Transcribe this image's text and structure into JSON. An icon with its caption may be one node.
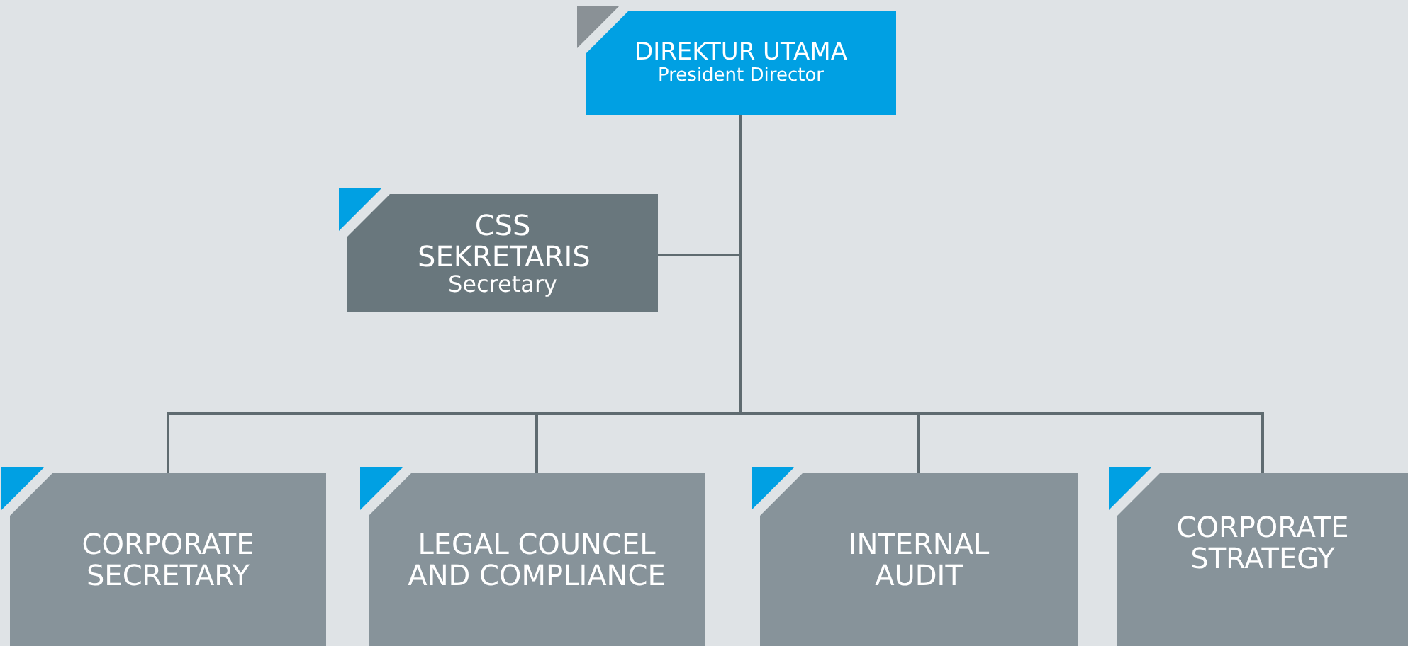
{
  "diagram": {
    "nodes": [
      {
        "text": [
          "DIREKTUR UTAMA",
          "President Director"
        ]
      },
      {
        "text": [
          "CSS SEKRETARIS",
          "Secretary"
        ]
      },
      {
        "text": [
          "CORPORATE SECRETARY"
        ]
      },
      {
        "text": [
          "LEGAL COUNCEL AND COMPLIANCE"
        ]
      },
      {
        "text": [
          "INTERNAL AUDIT"
        ]
      },
      {
        "text": [
          "CORPORATE STRATEGY"
        ]
      }
    ],
    "edges": [
      {
        "from": 0,
        "to": 1,
        "arrow": "none"
      },
      {
        "from": 0,
        "to": 2,
        "arrow": "none"
      },
      {
        "from": 0,
        "to": 3,
        "arrow": "none"
      },
      {
        "from": 0,
        "to": 4,
        "arrow": "none"
      },
      {
        "from": 0,
        "to": 5,
        "arrow": "none"
      }
    ]
  }
}
